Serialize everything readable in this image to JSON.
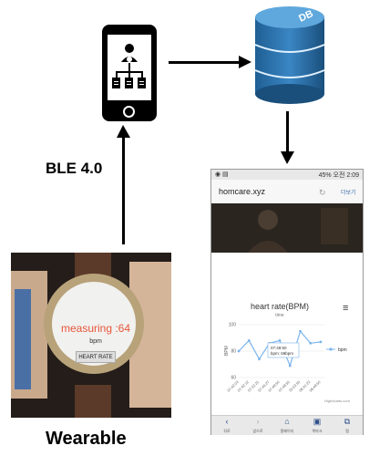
{
  "labels": {
    "ble": "BLE 4.0",
    "wearable": "Wearable",
    "db": "DB"
  },
  "watch": {
    "measuring": "measuring :64",
    "unit": "bpm",
    "button": "HEART RATE"
  },
  "browser": {
    "url": "homcare.xyz",
    "button": "더보기",
    "status_right": "45% 오전 2:09"
  },
  "chart_data": {
    "type": "line",
    "title": "heart rate(BPM)",
    "subtitle": "time",
    "ylabel": "BPM",
    "ylim": [
      60,
      100
    ],
    "yticks": [
      "100",
      "80",
      "60"
    ],
    "x": [
      "07:42:03",
      "07:42:12",
      "07:42:21",
      "07:45:27",
      "07:49:50",
      "07:49:50",
      "15:53:55",
      "08:41:23",
      "08:49:50"
    ],
    "series": [
      {
        "name": "bpm",
        "values": [
          80,
          88,
          74,
          86,
          88,
          69,
          95,
          86,
          87
        ]
      }
    ],
    "tooltip": {
      "time": "07:49:50",
      "label": "bpm: 69bpm"
    },
    "legend": "bpm",
    "credit": "Highcharts.com",
    "colors": {
      "line": "#7cb5ec"
    }
  },
  "nav": {
    "items": [
      {
        "icon": "‹",
        "label": "뒤로"
      },
      {
        "icon": "›",
        "label": "앞으로"
      },
      {
        "icon": "⌂",
        "label": "홈페이지"
      },
      {
        "icon": "▣",
        "label": "북마크"
      },
      {
        "icon": "⧉",
        "label": "탭"
      }
    ]
  }
}
